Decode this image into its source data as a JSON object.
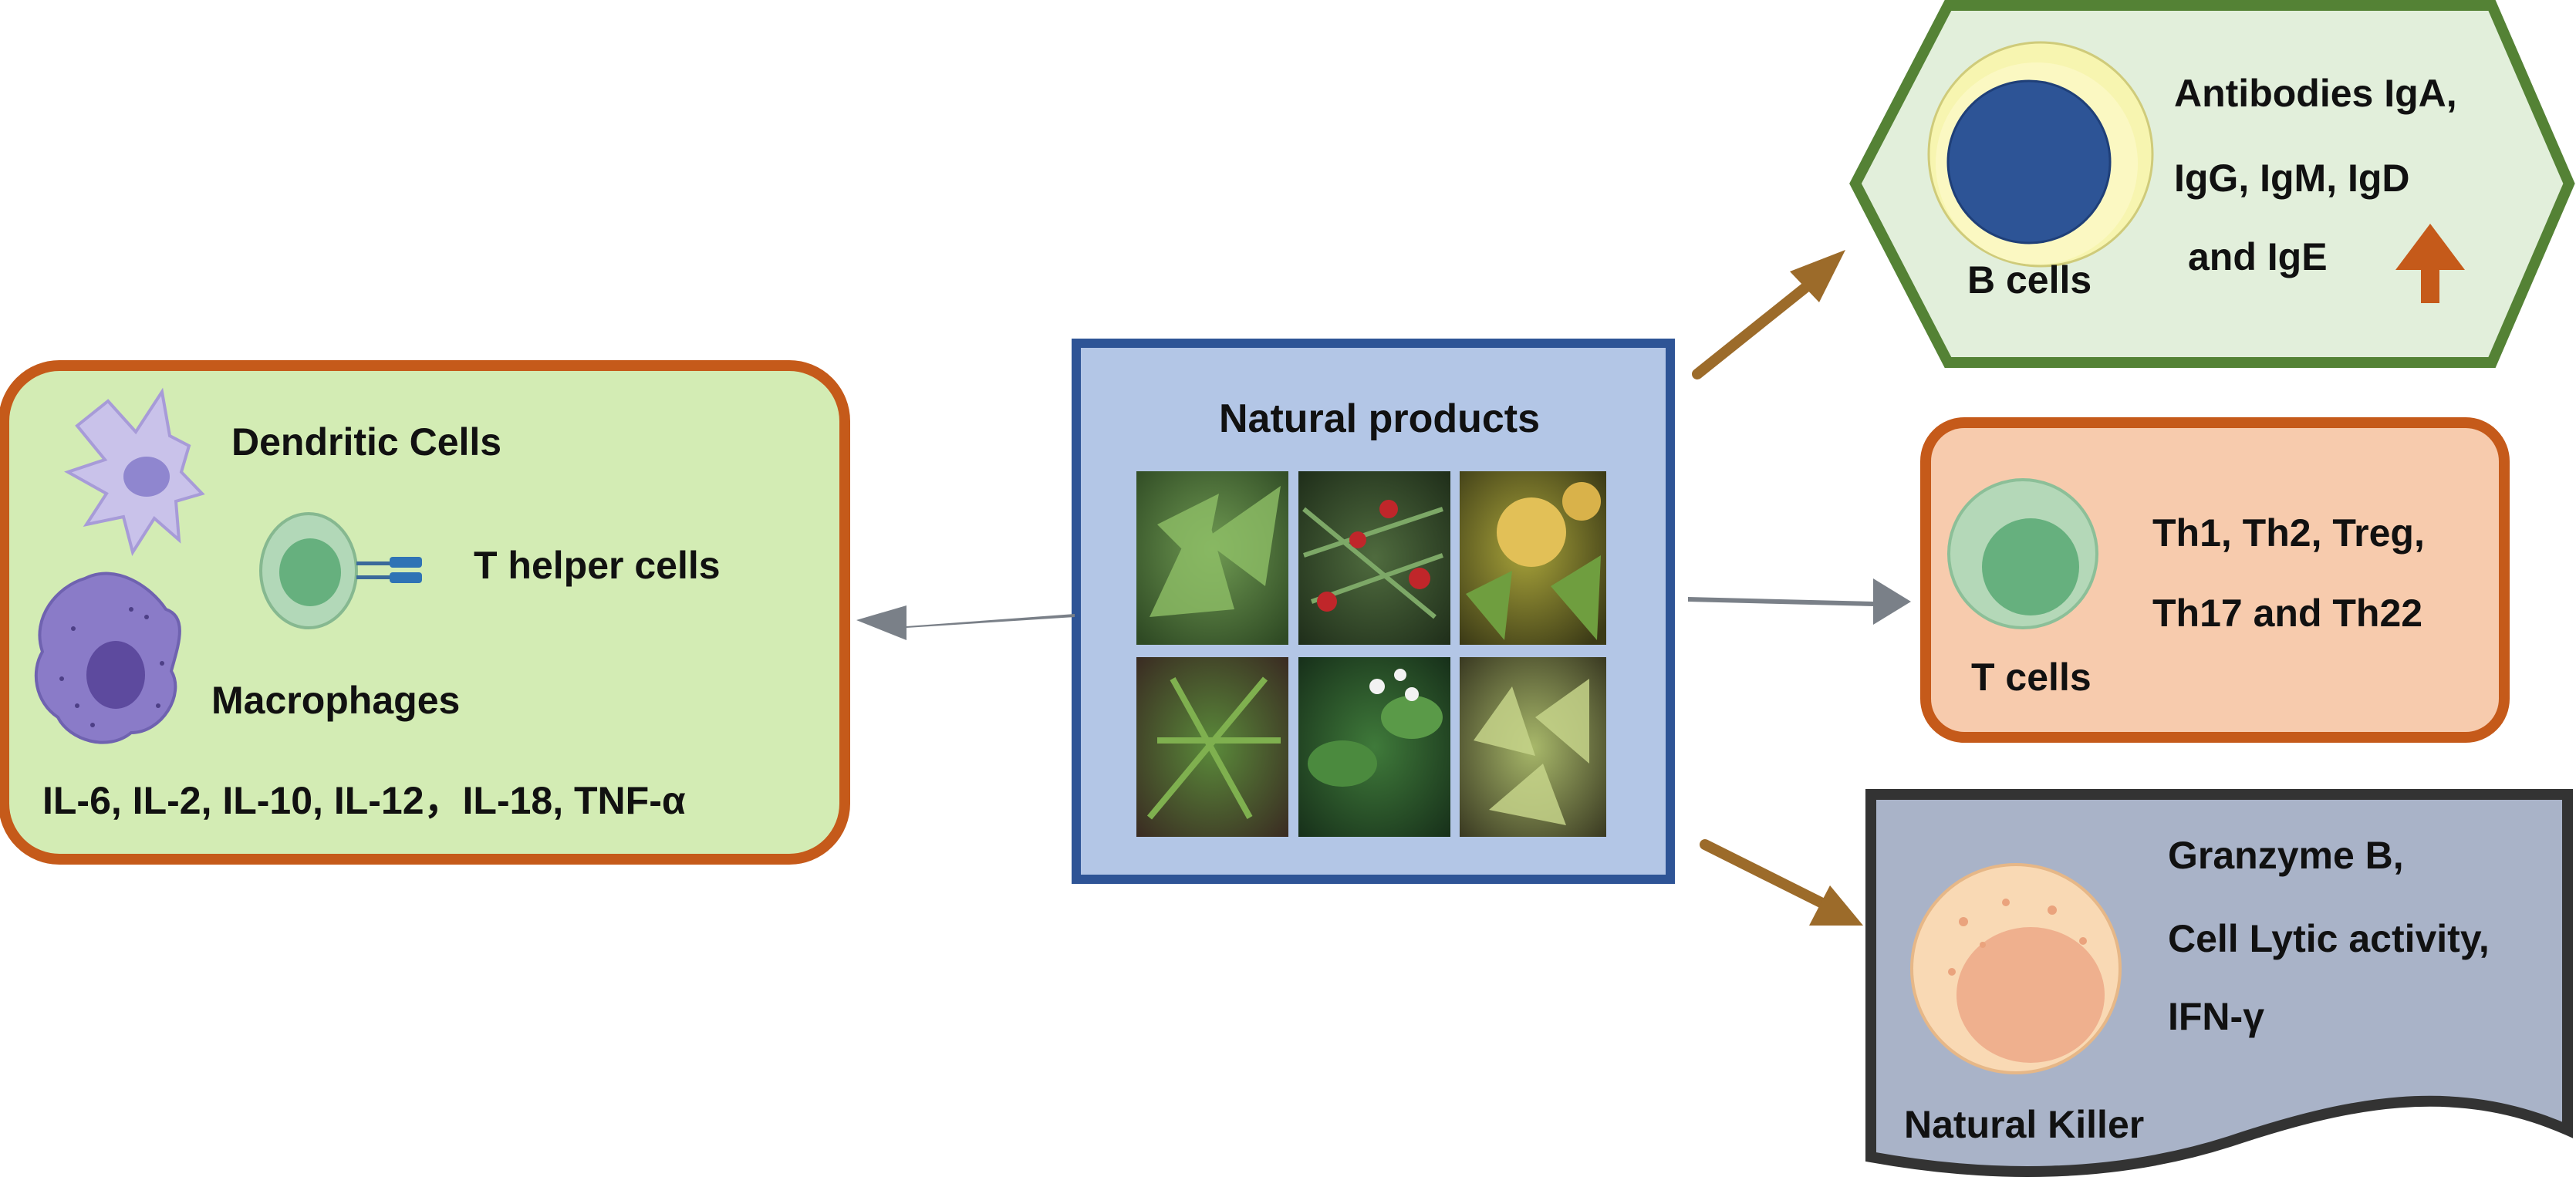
{
  "colors": {
    "left_box_fill": "#d3ecb4",
    "left_box_border": "#c55a1a",
    "center_box_fill": "#b3c6e6",
    "center_box_border": "#2e5496",
    "bcell_box_fill": "#e2efdb",
    "bcell_box_border": "#548235",
    "tcell_box_fill": "#f7cbad",
    "tcell_box_border": "#c55a1a",
    "nk_box_fill": "#a9b3c8",
    "nk_box_border": "#333333",
    "gray_arrow": "#7a8088",
    "brown_arrow": "#9c6b2a",
    "up_arrow": "#c55a1a"
  },
  "left_panel": {
    "dendritic_label": "Dendritic Cells",
    "t_helper_label": "T helper cells",
    "macrophage_label": "Macrophages",
    "cytokines": "IL-6, IL-2, IL-10, IL-12，IL-18, TNF-α",
    "icons": [
      "dendritic-cell-icon",
      "t-helper-cell-icon",
      "macrophage-icon"
    ]
  },
  "center_panel": {
    "title": "Natural products",
    "photos": [
      "plant-photo-1",
      "plant-photo-2",
      "plant-photo-3",
      "plant-photo-4",
      "plant-photo-5",
      "plant-photo-6"
    ]
  },
  "b_cells": {
    "label": "B cells",
    "effect_line1": "Antibodies IgA,",
    "effect_line2": "IgG, IgM, IgD",
    "effect_line3": "and IgE",
    "icon": "b-cell-icon",
    "indicator": "up-arrow-icon"
  },
  "t_cells": {
    "label": "T cells",
    "effect_line1": "Th1, Th2, Treg,",
    "effect_line2": "Th17 and Th22",
    "icon": "t-cell-icon"
  },
  "nk_cells": {
    "label": "Natural Killer",
    "effect_line1": "Granzyme B,",
    "effect_line2": "Cell Lytic activity,",
    "effect_line3": "IFN-γ",
    "icon": "nk-cell-icon"
  }
}
